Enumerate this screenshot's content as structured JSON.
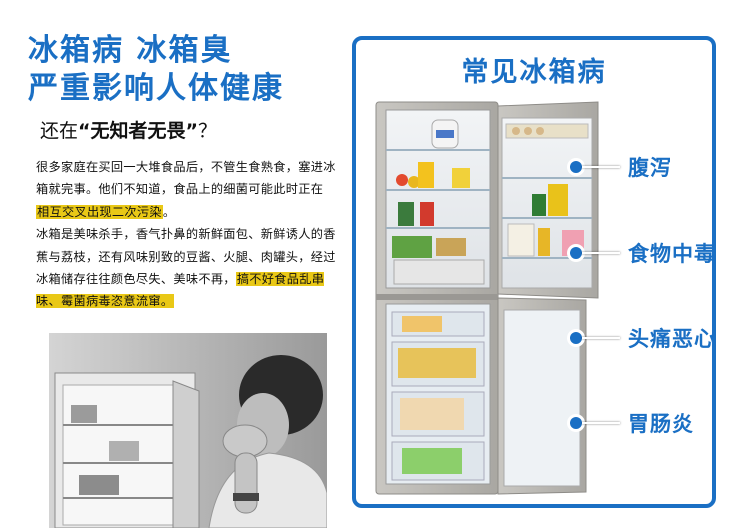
{
  "headline": {
    "line1": "冰箱病  冰箱臭",
    "line2": "严重影响人体健康"
  },
  "question": {
    "prefix": "还在",
    "quoted": "“无知者无畏”",
    "suffix": "？"
  },
  "body": {
    "p1": "很多家庭在买回一大堆食品后，不管生食熟食，塞进冰箱就完事。他们不知道，食品上的细菌可能此时正在",
    "p1_highlight": "相互交叉出现二次污染",
    "p1_end": "。",
    "p2": "冰箱是美味杀手，香气扑鼻的新鲜面包、新鲜诱人的香蕉与荔枝，还有风味别致的豆酱、火腿、肉罐头，经过冰箱储存往往颜色尽失、美味不再，",
    "p2_highlight": "搞不好食品乱串味、霉菌病毒恣意流窜。"
  },
  "panel": {
    "title": "常见冰箱病",
    "symptoms": [
      "腹泻",
      "食物中毒",
      "头痛恶心",
      "胃肠炎"
    ]
  },
  "colors": {
    "accent": "#1a6fc4",
    "highlight": "#e9c816"
  }
}
